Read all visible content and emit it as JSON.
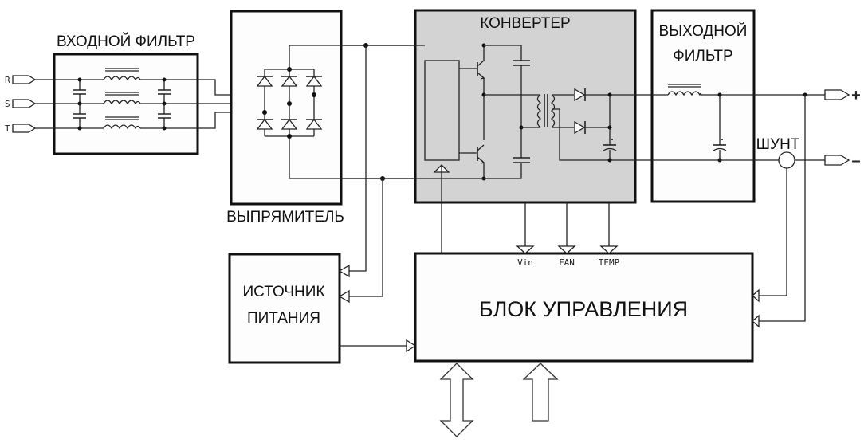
{
  "diagram": {
    "type": "block-diagram",
    "blocks": {
      "input_filter": {
        "label": "ВХОДНОЙ ФИЛЬТР"
      },
      "rectifier": {
        "label": "ВЫПРЯМИТЕЛЬ"
      },
      "converter": {
        "label": "КОНВЕРТЕР"
      },
      "output_filter": {
        "label_line1": "ВЫХОДНОЙ",
        "label_line2": "ФИЛЬТР"
      },
      "power_supply": {
        "label_line1": "ИСТОЧНИК",
        "label_line2": "ПИТАНИЯ"
      },
      "control_unit": {
        "label": "БЛОК УПРАВЛЕНИЯ"
      }
    },
    "shunt": {
      "label": "ШУНТ"
    },
    "inputs": [
      "R",
      "S",
      "T"
    ],
    "outputs": {
      "plus": "+",
      "minus": "–"
    },
    "control_signals": [
      "Vin",
      "FAN",
      "TEMP"
    ],
    "colors": {
      "converter_fill": "#d3d3d3",
      "block_fill": "#fdfdfd",
      "line": "#222222"
    }
  }
}
